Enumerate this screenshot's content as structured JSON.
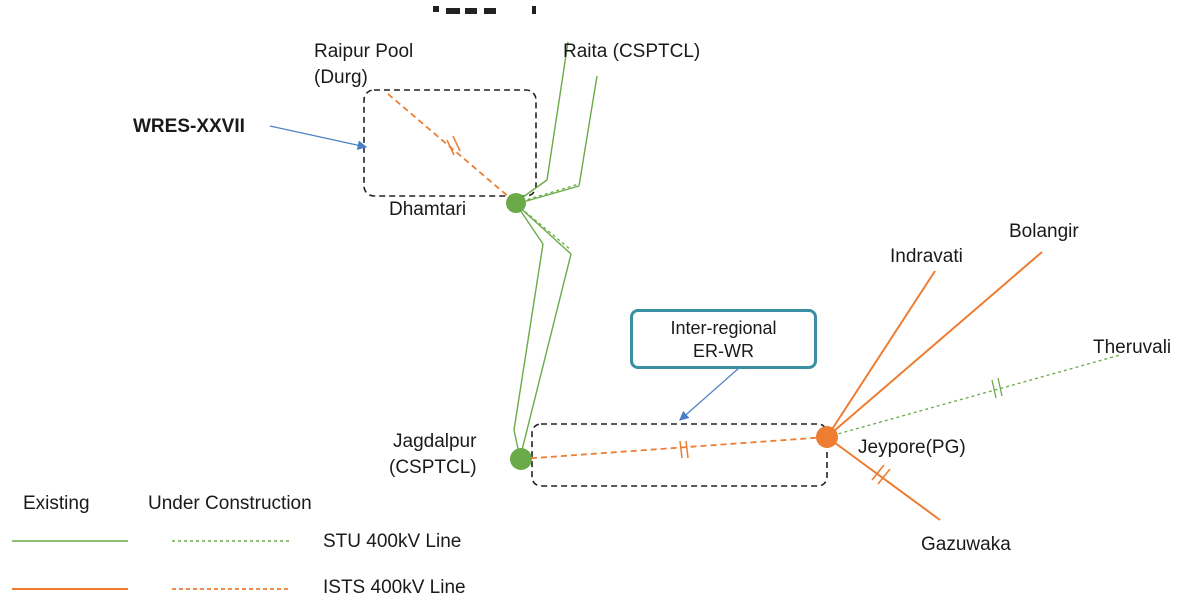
{
  "header_fragment": "",
  "nodes": {
    "raipur_pool_line1": "Raipur Pool",
    "raipur_pool_line2": "(Durg)",
    "raita": "Raita (CSPTCL)",
    "dhamtari": "Dhamtari",
    "indravati": "Indravati",
    "bolangir": "Bolangir",
    "theruvali": "Theruvali",
    "jagdalpur_line1": "Jagdalpur",
    "jagdalpur_line2": "(CSPTCL)",
    "jeypore": "Jeypore(PG)",
    "gazuwaka": "Gazuwaka"
  },
  "annotations": {
    "wres": "WRES-XXVII",
    "callout_line1": "Inter-regional",
    "callout_line2": "ER-WR"
  },
  "legend": {
    "existing": "Existing",
    "under_construction": "Under Construction",
    "stu_line": "STU 400kV Line",
    "ists_line": "ISTS 400kV Line"
  },
  "colors": {
    "stu_green": "#6aaa48",
    "ists_orange": "#ed7d31",
    "callout_border": "#3a8fa0",
    "arrow_blue": "#4a7ec4",
    "green_node": "#6aaa48",
    "orange_node": "#ed7d31"
  }
}
